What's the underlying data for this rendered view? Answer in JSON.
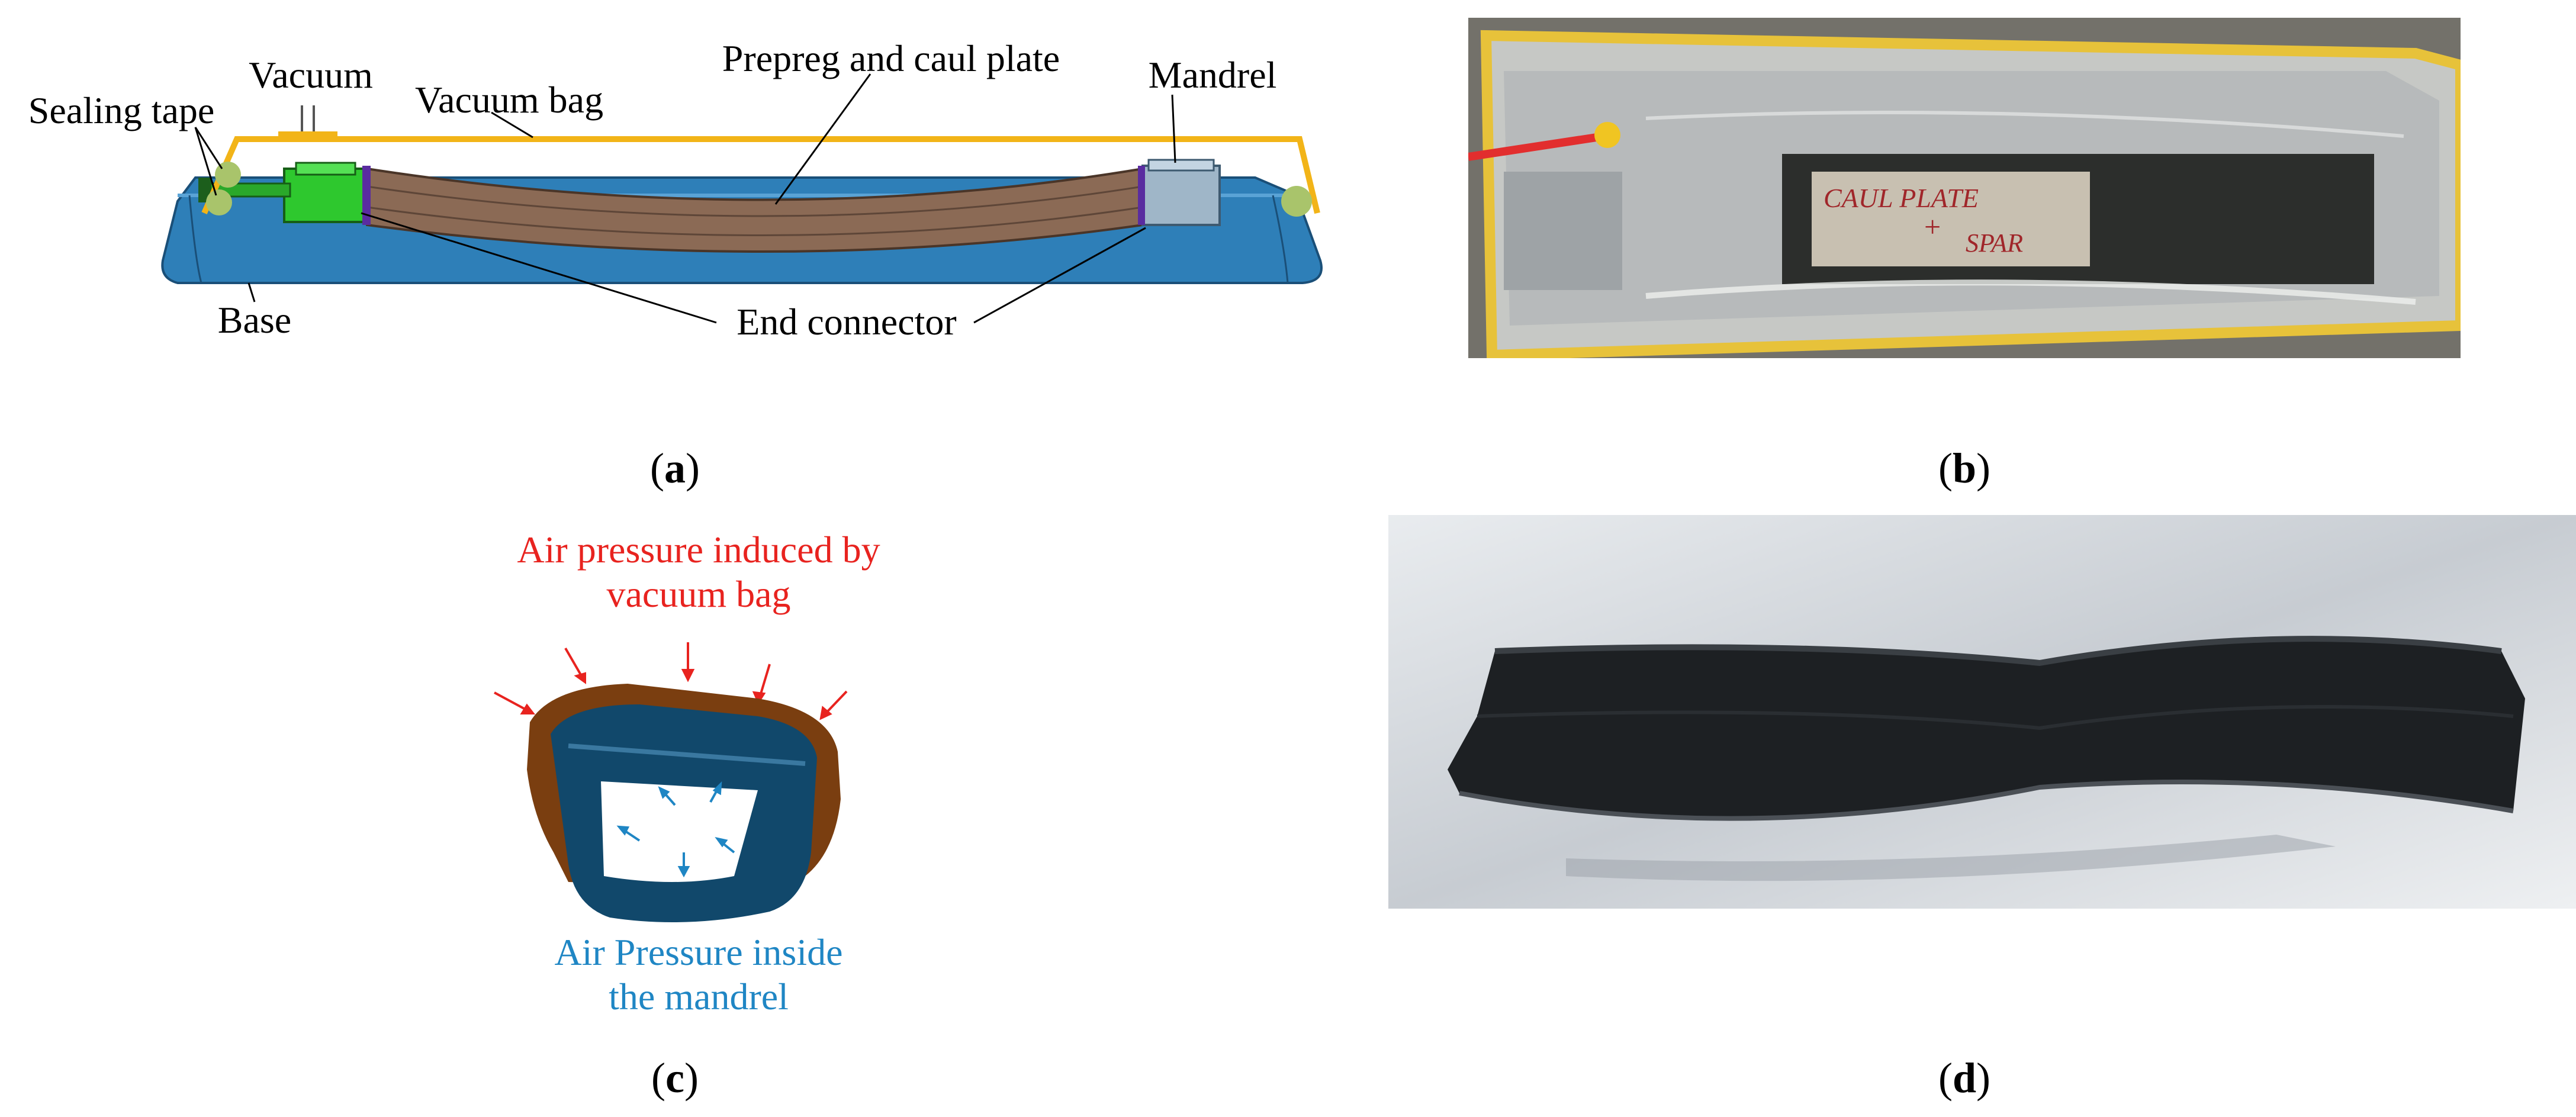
{
  "panel_a": {
    "labels": {
      "vacuum": "Vacuum",
      "vacuum_bag": "Vacuum bag",
      "prepreg": "Prepreg and caul plate",
      "mandrel": "Mandrel",
      "sealing_tape": "Sealing tape",
      "base": "Base",
      "end_connector": "End connector"
    },
    "caption_letter": "a"
  },
  "panel_b": {
    "photo_text_line1": "CAUL PLATE",
    "photo_text_plus": "+",
    "photo_text_line2": "SPAR",
    "caption_letter": "b"
  },
  "panel_c": {
    "top_label_line1": "Air pressure induced by",
    "top_label_line2": "vacuum bag",
    "bottom_label_line1": "Air Pressure inside",
    "bottom_label_line2": "the mandrel",
    "caption_letter": "c"
  },
  "panel_d": {
    "caption_letter": "d"
  },
  "colors": {
    "bag": "#f2b418",
    "base": "#2e7fb8",
    "prepreg": "#8b6a55",
    "connector_green": "#2ec82e",
    "mandrel_gray": "#9fb6c8",
    "seal": "#a9c46b",
    "red_text": "#e8231f",
    "blue_text": "#1f86c4",
    "brown": "#7a3e10",
    "dark_blue": "#11486b"
  }
}
